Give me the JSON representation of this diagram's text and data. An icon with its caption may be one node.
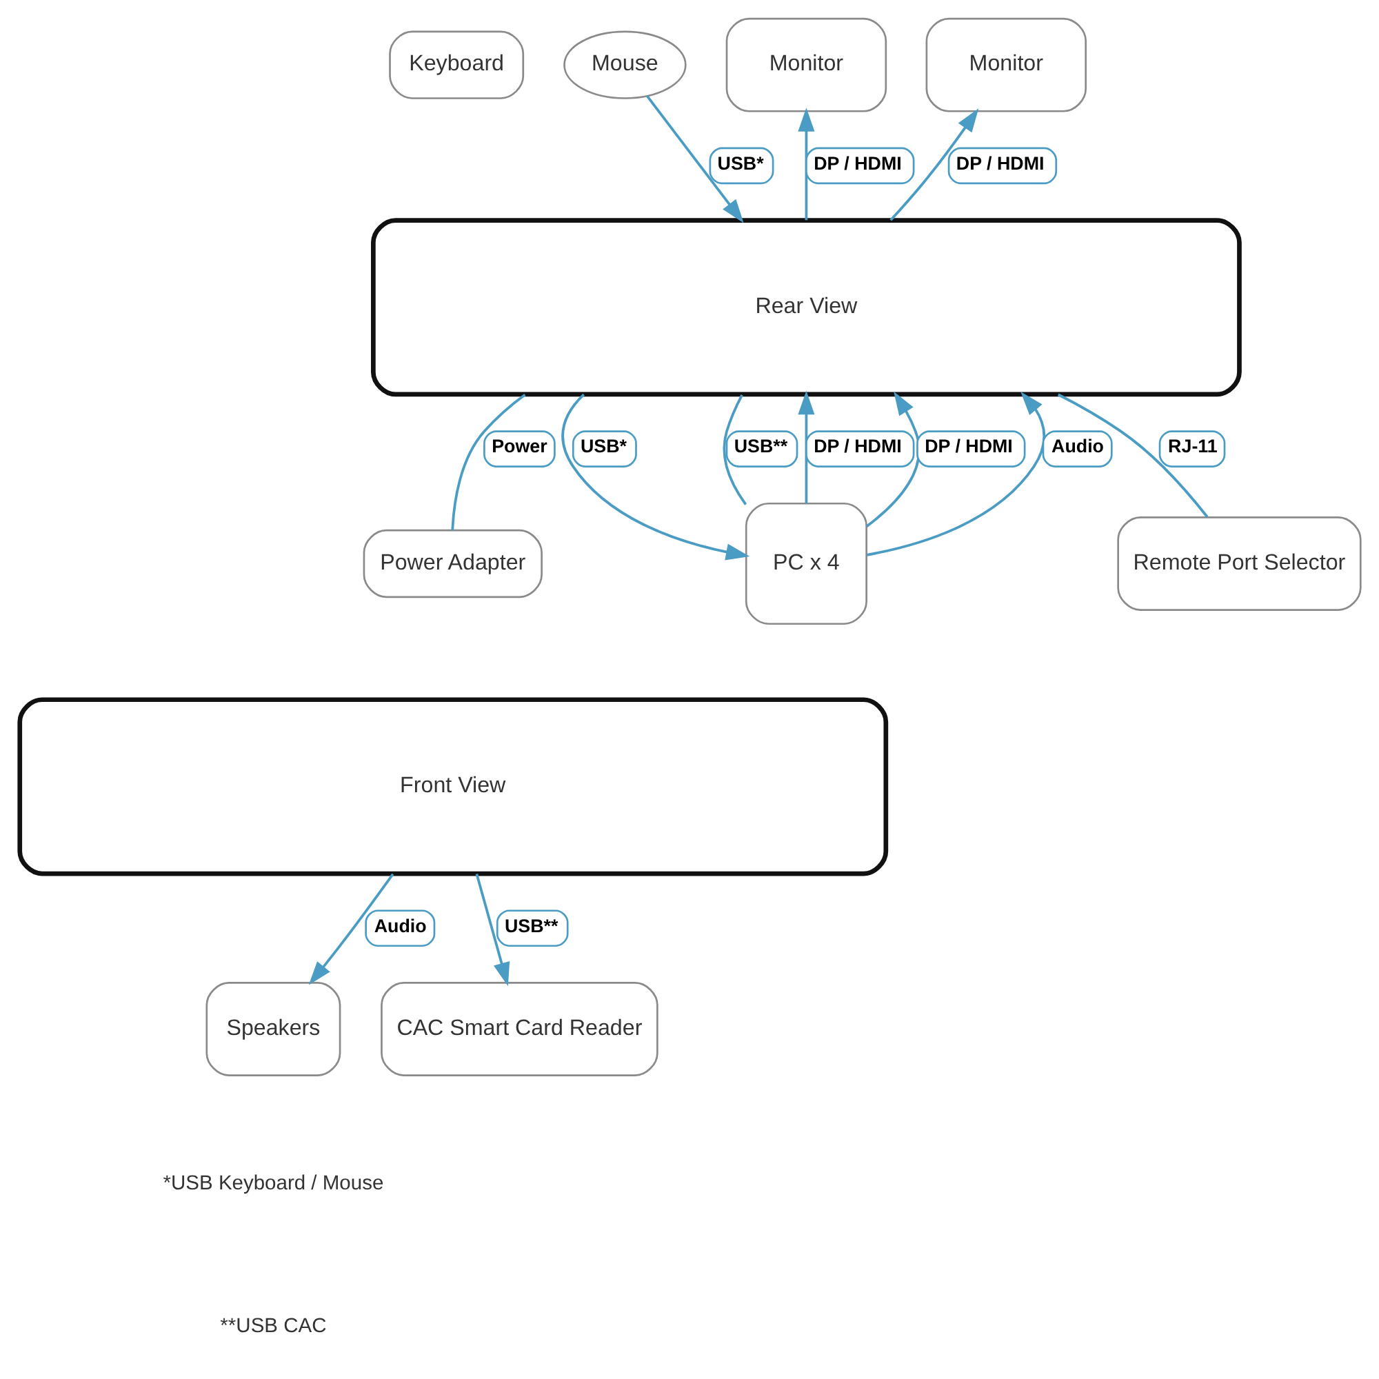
{
  "diagram": {
    "nodes": [
      {
        "text": [
          "Keyboard"
        ]
      },
      {
        "text": [
          "Mouse"
        ]
      },
      {
        "text": [
          "Monitor"
        ]
      },
      {
        "text": [
          "Monitor"
        ]
      },
      {
        "text": [
          "Rear View"
        ]
      },
      {
        "text": [
          "Power Adapter"
        ]
      },
      {
        "text": [
          "Remote Port Selector"
        ]
      },
      {
        "text": [
          "PC x 4"
        ]
      },
      {
        "text": [
          "Front View"
        ]
      },
      {
        "text": [
          "Speakers"
        ]
      },
      {
        "text": [
          "CAC Smart Card Reader"
        ]
      }
    ],
    "edges": [
      {
        "from": 1,
        "to": 4,
        "arrow": "to",
        "label": "USB*"
      },
      {
        "from": 4,
        "to": 2,
        "arrow": "to",
        "label": "DP / HDMI"
      },
      {
        "from": 4,
        "to": 3,
        "arrow": "to",
        "label": "DP / HDMI"
      },
      {
        "from": 5,
        "to": 4,
        "arrow": "none",
        "label": "Power"
      },
      {
        "from": 6,
        "to": 4,
        "arrow": "none",
        "label": "RJ-11"
      },
      {
        "from": 7,
        "to": 4,
        "arrow": "to",
        "label": "DP / HDMI"
      },
      {
        "from": 7,
        "to": 4,
        "arrow": "to",
        "label": "DP / HDMI"
      },
      {
        "from": 7,
        "to": 4,
        "arrow": "to",
        "label": "Audio"
      },
      {
        "from": 4,
        "to": 7,
        "arrow": "to",
        "label": "USB*"
      },
      {
        "from": 4,
        "to": 7,
        "arrow": "none",
        "label": "USB**"
      },
      {
        "from": 8,
        "to": 9,
        "arrow": "to",
        "label": "Audio"
      },
      {
        "from": 8,
        "to": 10,
        "arrow": "to",
        "label": "USB**"
      }
    ],
    "labels": [
      "*USB Keyboard / Mouse",
      "**USB CAC"
    ]
  }
}
